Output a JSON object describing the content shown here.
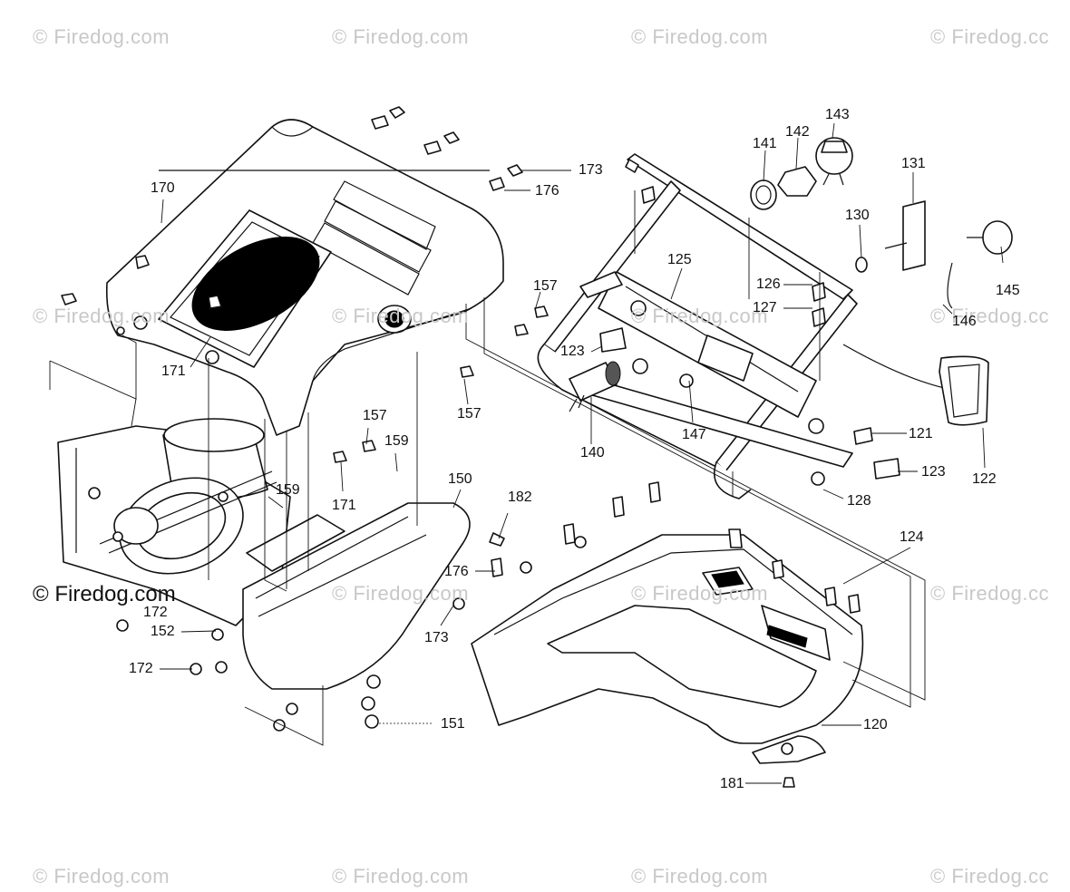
{
  "diagram": {
    "watermarks": [
      "© Firedog.com",
      "© Firedog.com",
      "© Firedog.com",
      "© Firedog.cc",
      "© Firedog.com",
      "© Firedog.com",
      "© Firedog.com",
      "© Firedog.cc",
      "© Firedog.com",
      "© Firedog.com",
      "© Firedog.cc",
      "© Firedog.com",
      "© Firedog.com",
      "© Firedog.com",
      "© Firedog.cc"
    ],
    "watermark_strong": "© Firedog.com",
    "labels": {
      "p170": "170",
      "p173a": "173",
      "p176a": "176",
      "p171a": "171",
      "p157a": "157",
      "p157b": "157",
      "p157c": "157",
      "p171b": "171",
      "p159a": "159",
      "p159b": "159",
      "p150": "150",
      "p182": "182",
      "p176b": "176",
      "p173b": "173",
      "p172a": "172",
      "p152": "152",
      "p172b": "172",
      "p151": "151",
      "p143": "143",
      "p142": "142",
      "p141": "141",
      "p131": "131",
      "p130": "130",
      "p125": "125",
      "p126": "126",
      "p127": "127",
      "p145": "145",
      "p146": "146",
      "p123a": "123",
      "p140": "140",
      "p147": "147",
      "p121": "121",
      "p122": "122",
      "p123b": "123",
      "p128": "128",
      "p124": "124",
      "p120": "120",
      "p181": "181"
    }
  }
}
